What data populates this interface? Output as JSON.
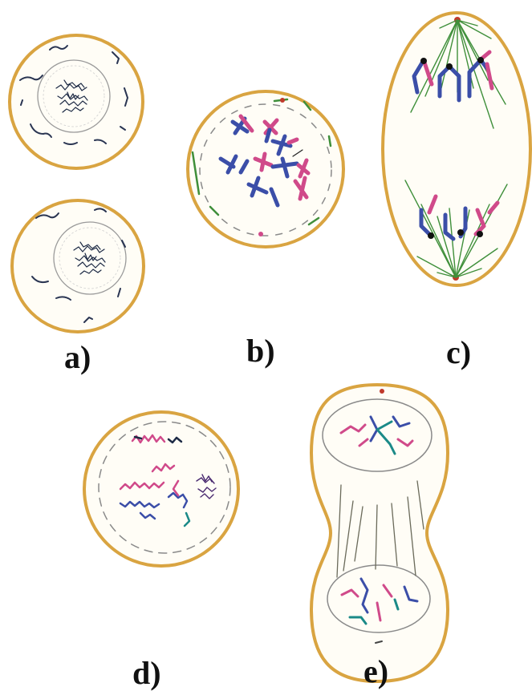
{
  "figure": {
    "labels": [
      "a)",
      "b)",
      "c)",
      "d)",
      "e)"
    ]
  },
  "colors": {
    "membrane": "#d9a441",
    "chromatin_dark": "#1d2a45",
    "chrom_blue": "#3b4ea8",
    "chrom_pink": "#d04a8a",
    "chrom_teal": "#1b8a88",
    "spindle": "#3f8f3a",
    "envelope": "#8a8a8a"
  }
}
